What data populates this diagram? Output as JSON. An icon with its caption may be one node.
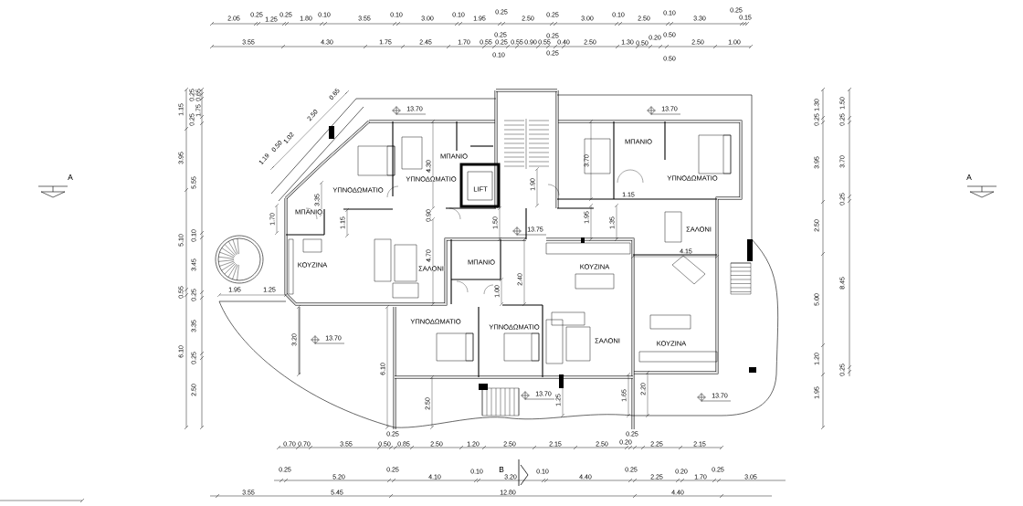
{
  "diagram": {
    "labels": [
      "2.05",
      "0.25",
      "1.25",
      "0.25",
      "1.80",
      "0.10",
      "3.55",
      "0.10",
      "3.00",
      "0.10",
      "1.95",
      "0.25",
      "2.50",
      "0.25",
      "3.00",
      "0.10",
      "2.50",
      "0.10",
      "3.30",
      "0.25",
      "0.15",
      "0.25",
      "0.25",
      "0.20",
      "0.50",
      "3.55",
      "4.30",
      "1.75",
      "2.45",
      "1.70",
      "0.55",
      "0.25",
      "0.55",
      "0.90",
      "0.55",
      "0.40",
      "2.50",
      "1.30",
      "0.50",
      "2.50",
      "1.00",
      "0.10",
      "0.25",
      "0.50",
      "1.15",
      "0.25",
      "0.25",
      "0.65",
      "1.75",
      "2.50",
      "0.65",
      "13.70",
      "13.70",
      "1.30",
      "0.25",
      "1.50",
      "0.25",
      "3.95",
      "1.19",
      "0.50",
      "1.02",
      "4.30",
      "ΜΠΑΝΙΟ",
      "3.70",
      "ΜΠΑΝΙΟ",
      "3.95",
      "3.70",
      "A",
      "5.55",
      "3.35",
      "ΥΠΝΟΔΩΜΑΤΙΟ",
      "ΥΠΝΟΔΩΜΑΤΙΟ",
      "LIFT",
      "1.90",
      "1.15",
      "ΥΠΝΟΔΩΜΑΤΙΟ",
      "0.25",
      "A",
      "5.10",
      "0.10",
      "1.70",
      "ΜΠΑΝΙΟ",
      "1.15",
      "0.90",
      "1.50",
      "13.75",
      "1.95",
      "1.35",
      "ΣΑΛΟΝΙ",
      "2.50",
      "3.45",
      "ΚΟΥΖΙΝΑ",
      "4.70",
      "ΣΑΛΟΝΙ",
      "ΜΠΑΝΙΟ",
      "ΚΟΥΖΙΝΑ",
      "4.15",
      "0.55",
      "0.25",
      "1.95",
      "1.25",
      "1.00",
      "2.40",
      "5.00",
      "8.45",
      "3.35",
      "ΥΠΝΟΔΩΜΑΤΙΟ",
      "ΥΠΝΟΔΩΜΑΤΙΟ",
      "6.10",
      "0.25",
      "3.20",
      "13.70",
      "6.10",
      "ΣΑΛΟΝΙ",
      "ΚΟΥΖΙΝΑ",
      "1.20",
      "0.25",
      "2.50",
      "2.50",
      "13.70",
      "1.25",
      "1.65",
      "2.20",
      "13.70",
      "1.95",
      "0.25",
      "0.25",
      "0.70",
      "0.70",
      "3.55",
      "0.50",
      "0.85",
      "2.50",
      "1.20",
      "2.50",
      "2.15",
      "2.50",
      "0.20",
      "2.25",
      "2.15",
      "0.25",
      "0.25",
      "0.10",
      "B",
      "0.10",
      "0.25",
      "0.20",
      "0.25",
      "5.20",
      "4.10",
      "3.20",
      "4.40",
      "2.25",
      "1.70",
      "3.05",
      "3.55",
      "5.45",
      "12.80",
      "4.40"
    ]
  }
}
